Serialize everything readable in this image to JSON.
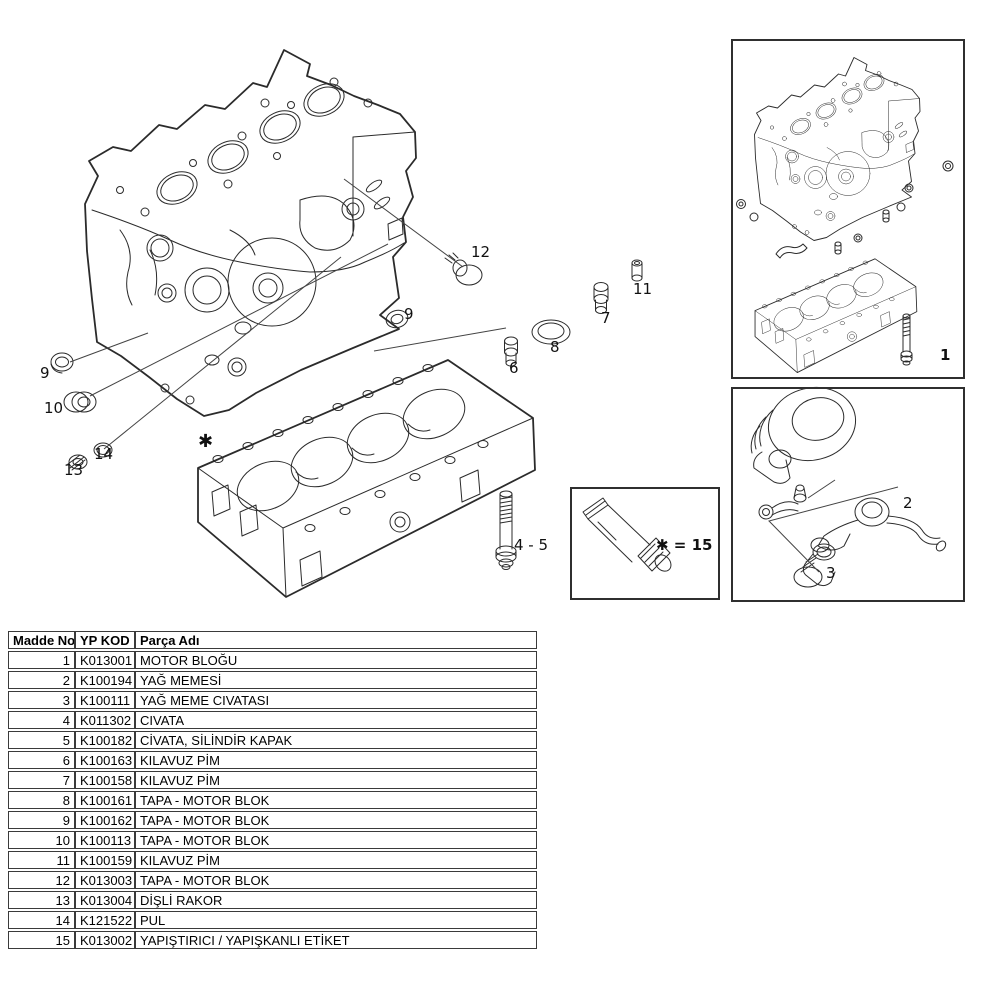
{
  "diagram": {
    "main": {
      "callouts": {
        "c9_left": "9",
        "c10": "10",
        "c13": "13",
        "c14": "14",
        "c12": "12",
        "c9_right": "9",
        "c6": "6",
        "c7": "7",
        "c8": "8",
        "c11": "11",
        "c4_5": "4 - 5",
        "asterisk": "✱"
      }
    },
    "inset_assembled": {
      "label": "1"
    },
    "inset_oil_jets": {
      "label_2": "2",
      "label_3": "3"
    },
    "inset_adhesive": {
      "legend": "✱ = 15"
    }
  },
  "table": {
    "headers": [
      "Madde No",
      "YP KOD",
      "Parça Adı"
    ],
    "rows": [
      [
        "1",
        "K013001",
        "MOTOR BLOĞU"
      ],
      [
        "2",
        "K100194",
        "YAĞ MEMESİ"
      ],
      [
        "3",
        "K100111",
        "YAĞ MEME CIVATASI"
      ],
      [
        "4",
        "K011302",
        "CIVATA"
      ],
      [
        "5",
        "K100182",
        "CİVATA, SİLİNDİR KAPAK"
      ],
      [
        "6",
        "K100163",
        "KILAVUZ PİM"
      ],
      [
        "7",
        "K100158",
        "KILAVUZ PİM"
      ],
      [
        "8",
        "K100161",
        "TAPA - MOTOR BLOK"
      ],
      [
        "9",
        "K100162",
        "TAPA - MOTOR BLOK"
      ],
      [
        "10",
        "K100113",
        "TAPA - MOTOR BLOK"
      ],
      [
        "11",
        "K100159",
        "KILAVUZ PİM"
      ],
      [
        "12",
        "K013003",
        "TAPA - MOTOR BLOK"
      ],
      [
        "13",
        "K013004",
        "DİŞLİ RAKOR"
      ],
      [
        "14",
        "K121522",
        "PUL"
      ],
      [
        "15",
        "K013002",
        "YAPIŞTIRICI / YAPIŞKANLI ETİKET"
      ]
    ]
  },
  "colors": {
    "line": "#2b2b2b",
    "table_border": "#3a3a3a",
    "text": "#111111"
  }
}
